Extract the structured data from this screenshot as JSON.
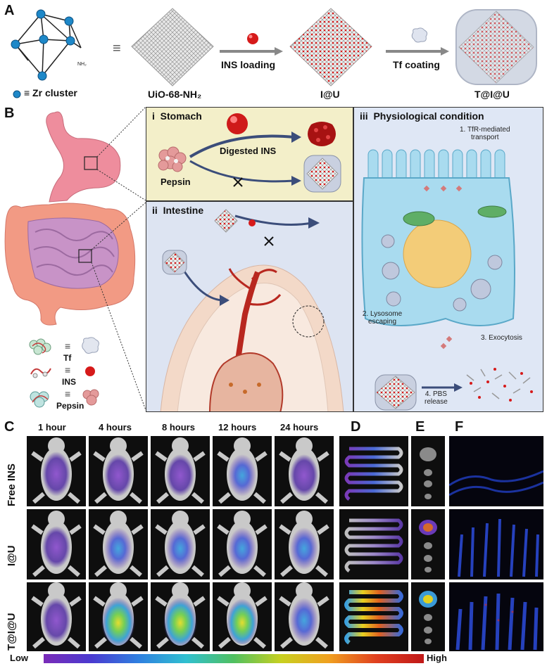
{
  "panelA": {
    "letter": "A",
    "zr_cluster_label": "≡ Zr cluster",
    "equiv": "≡",
    "framework_label": "UiO-68-NH₂",
    "step1_label": "INS loading",
    "product1_label": "I@U",
    "step2_label": "Tf coating",
    "product2_label": "T@I@U",
    "nh2_label": "NH₂"
  },
  "panelB": {
    "letter": "B",
    "stomach_title_num": "i",
    "stomach_title": "Stomach",
    "digested_label": "Digested INS",
    "pepsin_label": "Pepsin",
    "intestine_title_num": "ii",
    "intestine_title": "Intestine",
    "physio_title_num": "iii",
    "physio_title": "Physiological condition",
    "step1": "1. TfR-mediated",
    "step1b": "transport",
    "step2": "2. Lysosome",
    "step2b": "escaping",
    "step3": "3. Exocytosis",
    "step4": "4. PBS",
    "step4b": "release",
    "legend": [
      {
        "symbol": "≡",
        "label": "Tf"
      },
      {
        "symbol": "≡",
        "label": "INS"
      },
      {
        "symbol": "≡",
        "label": "Pepsin"
      }
    ]
  },
  "panelC": {
    "letter": "C",
    "timepoints": [
      "1 hour",
      "4 hours",
      "8 hours",
      "12 hours",
      "24 hours"
    ],
    "rows": [
      "Free INS",
      "I@U",
      "T@I@U"
    ]
  },
  "panelD": {
    "letter": "D"
  },
  "panelE": {
    "letter": "E"
  },
  "panelF": {
    "letter": "F"
  },
  "colorbar": {
    "low": "Low",
    "high": "High"
  }
}
